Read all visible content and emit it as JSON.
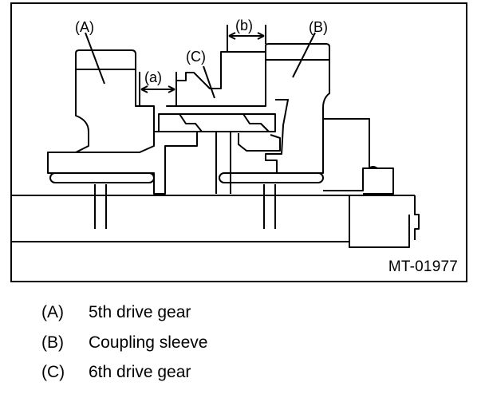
{
  "figure": {
    "id": "MT-01977",
    "callouts": {
      "A": "(A)",
      "B": "(B)",
      "C": "(C)",
      "a": "(a)",
      "b": "(b)"
    }
  },
  "legend": [
    {
      "key": "(A)",
      "text": "5th drive gear"
    },
    {
      "key": "(B)",
      "text": "Coupling sleeve"
    },
    {
      "key": "(C)",
      "text": "6th drive gear"
    }
  ]
}
